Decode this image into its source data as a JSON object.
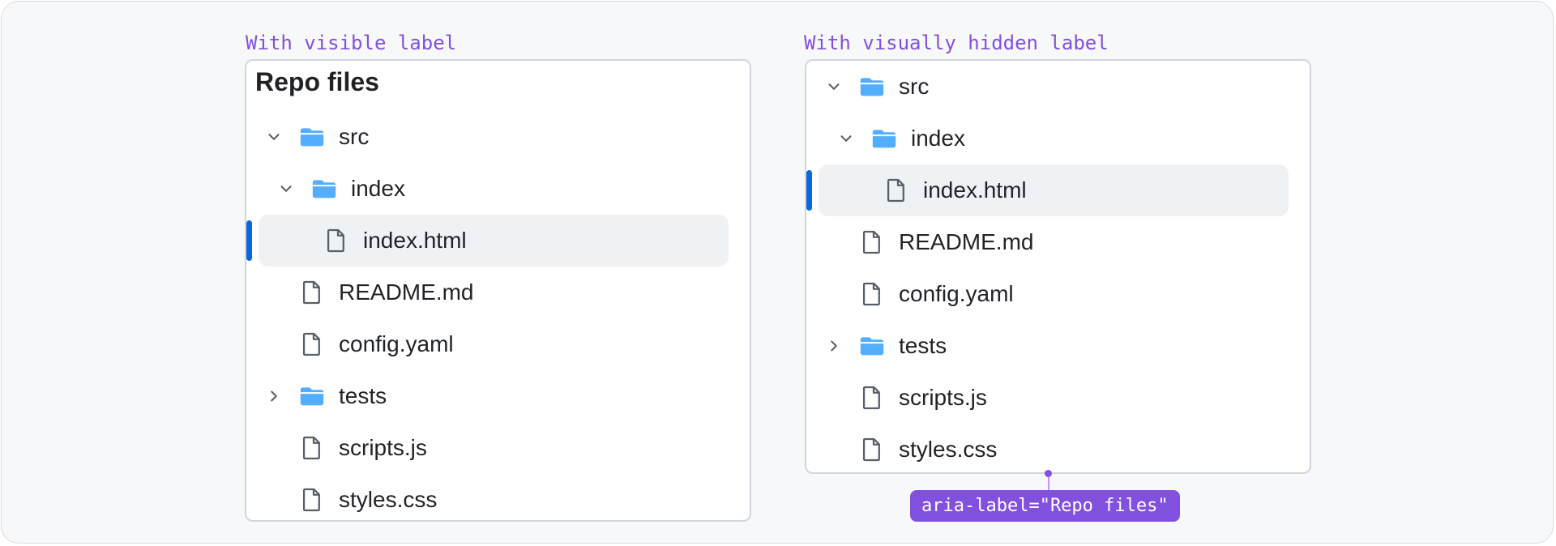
{
  "captions": {
    "left": "With visible label",
    "right": "With visually hidden label"
  },
  "left_panel": {
    "title": "Repo files"
  },
  "tree_items": [
    {
      "name": "src",
      "type": "folder",
      "level": 1,
      "expanded": true,
      "selected": false
    },
    {
      "name": "index",
      "type": "folder",
      "level": 2,
      "expanded": true,
      "selected": false
    },
    {
      "name": "index.html",
      "type": "file",
      "level": 3,
      "selected": true
    },
    {
      "name": "README.md",
      "type": "file",
      "level": 1,
      "selected": false
    },
    {
      "name": "config.yaml",
      "type": "file",
      "level": 1,
      "selected": false
    },
    {
      "name": "tests",
      "type": "folder",
      "level": 1,
      "expanded": false,
      "selected": false
    },
    {
      "name": "scripts.js",
      "type": "file",
      "level": 1,
      "selected": false
    },
    {
      "name": "styles.css",
      "type": "file",
      "level": 1,
      "selected": false
    }
  ],
  "right_panel": {
    "aria_label_annotation": "aria-label=\"Repo files\""
  },
  "icons": {
    "folder": "folder-icon",
    "file": "file-icon",
    "expanded": "chevron-down-icon",
    "collapsed": "chevron-right-icon"
  },
  "colors": {
    "accent": "#0969da",
    "folder": "#54aeff",
    "annotation": "#8250df",
    "selected_bg": "#eff2f5",
    "text": "#1f2328",
    "file_icon": "#57606a"
  }
}
